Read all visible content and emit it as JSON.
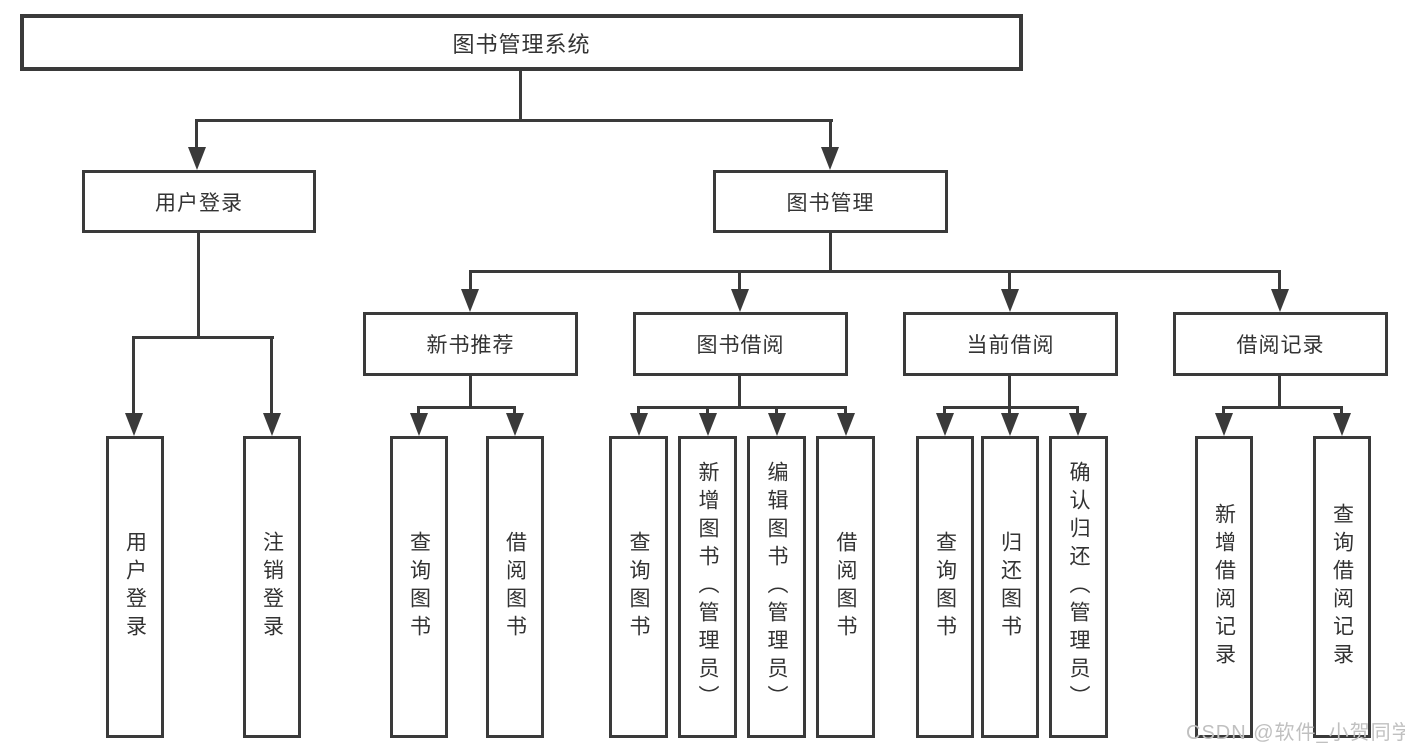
{
  "tree": {
    "label": "图书管理系统",
    "children": [
      {
        "label": "用户登录",
        "children": [
          {
            "label": "用户登录"
          },
          {
            "label": "注销登录"
          }
        ]
      },
      {
        "label": "图书管理",
        "children": [
          {
            "label": "新书推荐",
            "children": [
              {
                "label": "查询图书"
              },
              {
                "label": "借阅图书"
              }
            ]
          },
          {
            "label": "图书借阅",
            "children": [
              {
                "label": "查询图书"
              },
              {
                "label": "新增图书（管理员）"
              },
              {
                "label": "编辑图书（管理员）"
              },
              {
                "label": "借阅图书"
              }
            ]
          },
          {
            "label": "当前借阅",
            "children": [
              {
                "label": "查询图书"
              },
              {
                "label": "归还图书"
              },
              {
                "label": "确认归还（管理员）"
              }
            ]
          },
          {
            "label": "借阅记录",
            "children": [
              {
                "label": "新增借阅记录"
              },
              {
                "label": "查询借阅记录"
              }
            ]
          }
        ]
      }
    ]
  },
  "watermark": {
    "text": "CSDN @软件_小贺同学"
  },
  "colors": {
    "line": "#3a3a3a",
    "text": "#333333",
    "watermark": "#c0c0c0",
    "background": "#ffffff"
  }
}
